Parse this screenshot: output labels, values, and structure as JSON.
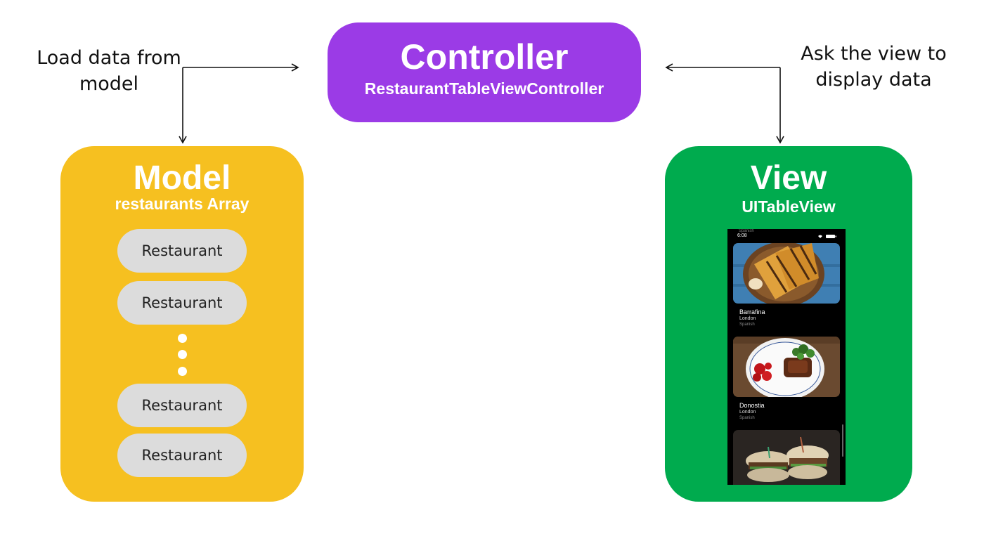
{
  "labels": {
    "left": "Load data from model",
    "right": "Ask the view to display data"
  },
  "controller": {
    "title": "Controller",
    "subtitle": "RestaurantTableViewController"
  },
  "model": {
    "title": "Model",
    "subtitle": "restaurants Array",
    "items": [
      "Restaurant",
      "Restaurant",
      "Restaurant",
      "Restaurant"
    ]
  },
  "view": {
    "title": "View",
    "subtitle": "UITableView",
    "phone": {
      "time": "6:08",
      "top_cuisine": "Spanish",
      "restaurants": [
        {
          "name": "Barrafina",
          "city": "London",
          "cuisine": "Spanish"
        },
        {
          "name": "Donostia",
          "city": "London",
          "cuisine": "Spanish"
        }
      ]
    }
  },
  "colors": {
    "controller": "#9b3be6",
    "model": "#f6c020",
    "view": "#00ab4e",
    "pill": "#dcdcdc",
    "arrow": "#111111"
  }
}
